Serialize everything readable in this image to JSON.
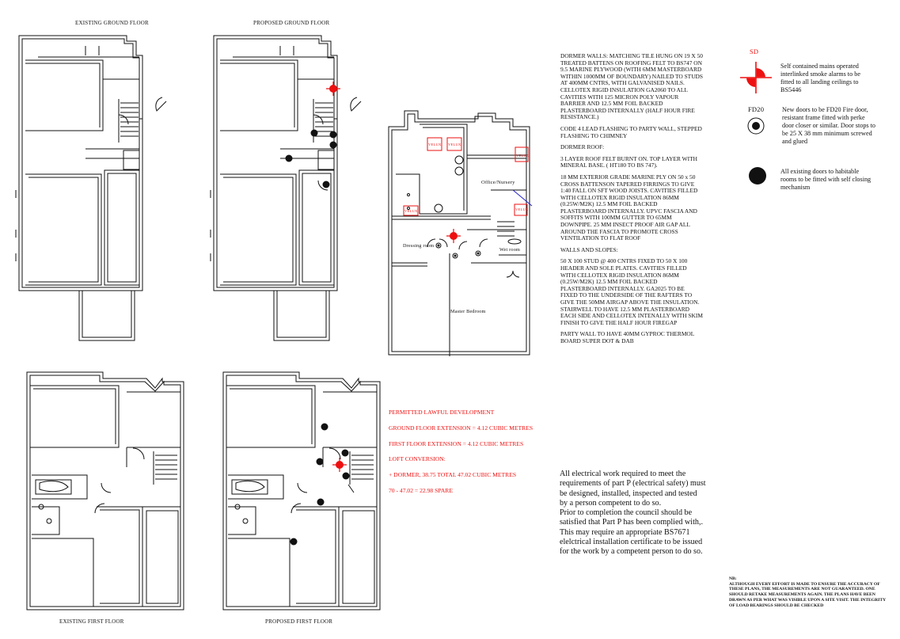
{
  "labels": {
    "existing_ground": "EXISTING GROUND FLOOR",
    "proposed_ground": "PROPOSED GROUND FLOOR",
    "existing_first": "EXISTING FIRST FLOOR",
    "proposed_first": "PROPOSED FIRST FLOOR"
  },
  "rooms": {
    "office": "Office/Nursery",
    "dressing": "Dressing room",
    "wet": "Wet room",
    "master": "Master Bedroom",
    "velux1": "VELUX",
    "velux2": "VELUX",
    "velux3": "VELUX",
    "velux4": "VELUX",
    "velux5": "VELUX"
  },
  "spec": {
    "dormer_walls": "DORMER WALLS: MATCHING TILE HUNG ON 19 X 50 TREATED BATTENS ON ROOFING FELT TO BS747 ON 9.5 MARINE PLYWOOD (WITH 6MM MASTERBOARD WITHIN 1000MM OF BOUNDARY) NAILED TO STUDS AT 400MM CNTRS, WITH GALVANISED NAILS. CELLOTEX RIGID INSULATION GA2060 TO ALL CAVITIES WITH 125 MICRON POLY VAPOUR BARRIER AND 12.5 MM FOIL BACKED PLASTERBOARD INTERNALLY (HALF HOUR FIRE RESISTANCE.)",
    "code4": "CODE 4 LEAD FLASHING TO PARTY WALL, STEPPED FLASHING TO CHIMNEY",
    "dormer_roof_head": "DORMER ROOF:",
    "dormer_roof": "3 LAYER ROOF FELT BURNT ON. TOP LAYER WITH MINERAL BASE. ( HT180 TO BS 747).",
    "ply": "18 MM EXTERIOR GRADE MARINE PLY ON 50 x 50 CROSS BATTENSON TAPERED FIRRINGS TO GIVE 1:40 FALL ON SFT WOOD JOISTS. CAVITIES FILLED WITH CELLOTEX RIGID INSULATION 86MM (0.25W/M2K) 12.5 MM FOIL BACKED PLASTERBOARD INTERNALLY. UPVC FASCIA AND SOFFITS WITH 100MM GUTTER TO 65MM DOWNPIPE. 25 MM INSECT PROOF AIR GAP ALL AROUND THE FASCIA TO PROMOTE CROSS VENTILATION TO FLAT ROOF",
    "walls_head": "WALLS AND SLOPES:",
    "walls": "50 X 100 STUD @ 400 CNTRS FIXED TO 50 X 100 HEADER AND SOLE PLATES. CAVITIES FILLED WITH CELLOTEX RIGID INSULATION 86MM (0.25W/M2K) 12.5 MM FOIL BACKED PLASTERBOARD INTERNALLY. GA2025 TO BE FIXED TO THE UNDERSIDE OF THE RAFTERS TO GIVE THE 50MM AIRGAP ABOVE THE INSULATION. STAIRWELL TO HAVE 12.5 MM PLASTERBOARD EACH SIDE AND CELLOTEX INTENALLY WITH SKIM FINISH TO GIVE THE HALF HOUR FIREGAP",
    "party": "PARTY WALL TO HAVE 40MM GYPROC THERMOL BOARD SUPER DOT & DAB"
  },
  "electrical": {
    "p1": "All electrical work required to meet the requirements of part P (electrical safety) must be designed, installed, inspected and tested by a person competent to do so.",
    "p2": "Prior to completion the council should be satisfied that Part P has been complied with,. This may require an appropriate BS7671 elelctrical installation certificate to be issued  for the work by a competent person to do so."
  },
  "permitted": {
    "l1": "PERMITTED LAWFUL DEVELOPMENT",
    "l2": "GROUND FLOOR EXTENSION = 4.12 CUBIC METRES",
    "l3": "FIRST FLOOR EXTENSION = 4.12 CUBIC METRES",
    "l4": "LOFT CONVERSION:",
    "l5": "+ DORMER, 38.75 TOTAL 47.02 CUBIC METRES",
    "l6": "70 - 47.02 = 22.98 SPARE"
  },
  "legend": {
    "sd_code": "SD",
    "sd_text": "Self contained mains operated interlinked smoke alarms to be fitted to all landing ceilings to BS5446",
    "fd_code": "FD20",
    "fd_text": "New doors to be FD20 Fire door, resistant frame fitted with perke door closer or similar. Door stops to be 25 X 38 mm minimum screwed and glued",
    "dot_text": "All existing doors to habitable rooms to be fitted with self closing mechanism"
  },
  "nb": {
    "head": "NB:",
    "text": "ALTHOUGH EVERY EFFORT IS MADE TO ENSURE THE ACCURACY OF THESE PLANS, THE MEASUREMENTS ARE NOT GUARANTEED. ONE SHOULD RETAKE MEASUREMENTS AGAIN. THE PLANS HAVE BEEN DRAWN AS PER WHAT WAS VISIBLE UPON A SITE VISIT. THE INTEGRITY OF LOAD BEARINGS SHOULD BE CHECKED"
  },
  "colors": {
    "accent": "#e11111",
    "line": "#111111"
  }
}
